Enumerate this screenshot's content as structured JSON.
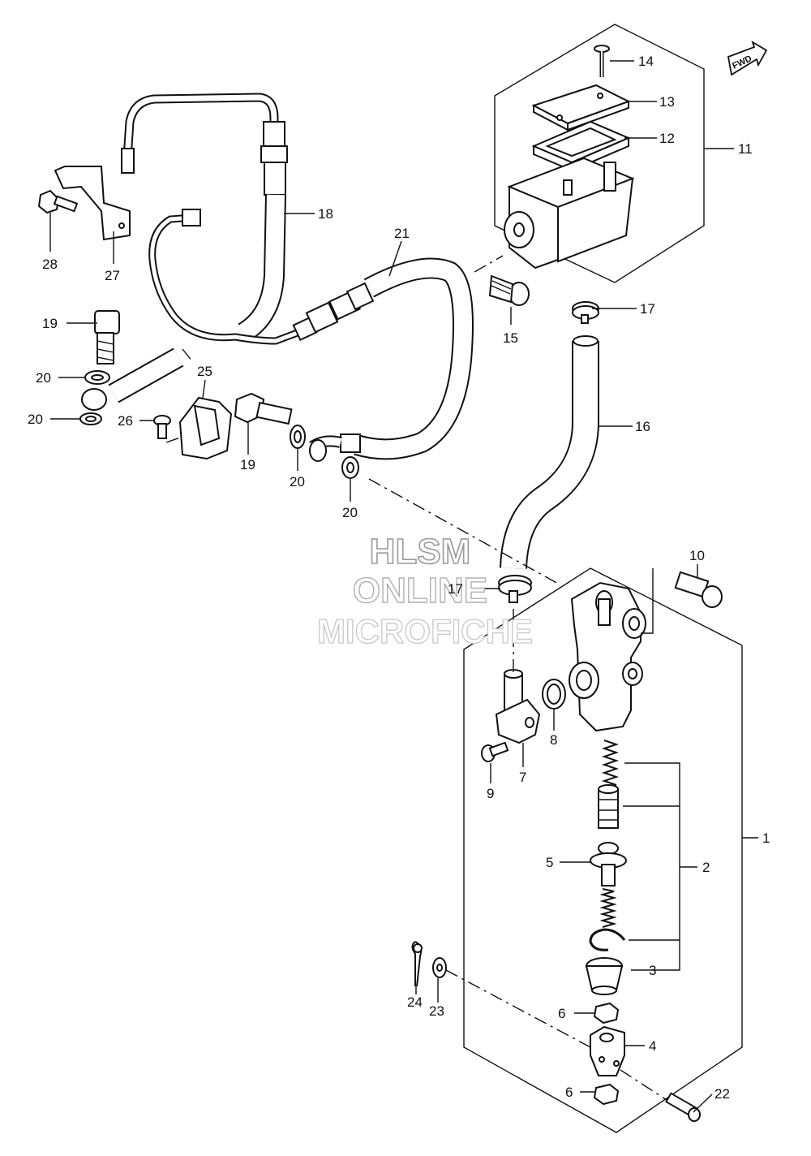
{
  "watermark": {
    "line1": "HLSM",
    "line2": "ONLINE",
    "line3": "MICROFICHE"
  },
  "fwd_badge": "FWD",
  "callouts": {
    "c1": "1",
    "c2": "2",
    "c3": "3",
    "c4": "4",
    "c5": "5",
    "c6a": "6",
    "c6b": "6",
    "c7": "7",
    "c8": "8",
    "c9": "9",
    "c10": "10",
    "c11": "11",
    "c12": "12",
    "c13": "13",
    "c14": "14",
    "c15": "15",
    "c16": "16",
    "c17a": "17",
    "c17b": "17",
    "c18": "18",
    "c19a": "19",
    "c19b": "19",
    "c20a": "20",
    "c20b": "20",
    "c20c": "20",
    "c20d": "20",
    "c21": "21",
    "c22": "22",
    "c23": "23",
    "c24": "24",
    "c25": "25",
    "c26": "26",
    "c27": "27",
    "c28": "28"
  }
}
